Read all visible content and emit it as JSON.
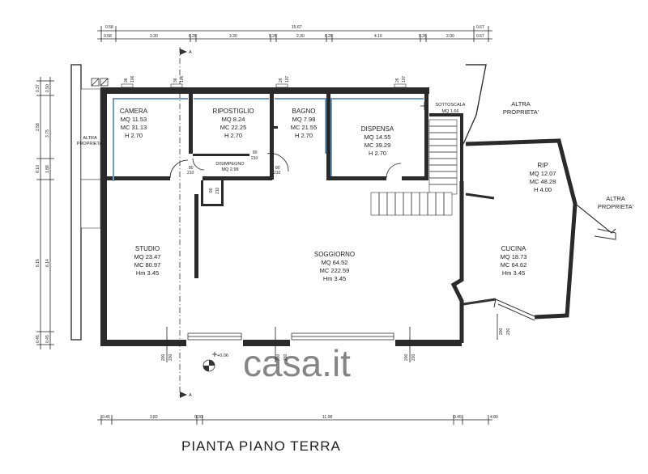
{
  "title": "PIANTA PIANO TERRA",
  "watermark": "casa.it",
  "rooms": [
    {
      "name": "CAMERA",
      "lines": [
        "MQ 11.53",
        "MC 31.13",
        "H 2.70"
      ]
    },
    {
      "name": "RIPOSTIGLIO",
      "lines": [
        "MQ 8.24",
        "MC 22.25",
        "H 2.70"
      ]
    },
    {
      "name": "BAGNO",
      "lines": [
        "MQ 7.98",
        "MC 21.55",
        "H 2.70"
      ]
    },
    {
      "name": "DISPENSA",
      "lines": [
        "MQ 14.55",
        "MC 39.29",
        "H 2.70"
      ]
    },
    {
      "name": "SOTTOSCALA",
      "lines": [
        "MQ 1.66"
      ]
    },
    {
      "name": "DISIMPEGNO",
      "lines": [
        "MQ 2.98"
      ]
    },
    {
      "name": "STUDIO",
      "lines": [
        "MQ 23.47",
        "MC 80.97",
        "Hm 3.45"
      ]
    },
    {
      "name": "SOGGIORNO",
      "lines": [
        "MQ 64.52",
        "MC 222.59",
        "Hm 3.45"
      ]
    },
    {
      "name": "RIP",
      "lines": [
        "MQ 12.07",
        "MC 48.28",
        "H 4.00"
      ]
    },
    {
      "name": "CUCINA",
      "lines": [
        "MQ 18.73",
        "MC 64.62",
        "Hm 3.45"
      ]
    }
  ],
  "labels": {
    "altra_left_1": "ALTRA",
    "altra_left_2": "PROPRIETA'",
    "altra_top_1": "ALTRA",
    "altra_top_2": "PROPRIETA'",
    "altra_right_1": "ALTRA",
    "altra_right_2": "PROPRIETA'",
    "section_a_top": "A",
    "section_a_bottom": "A",
    "level": "+0.06"
  },
  "dimensions": {
    "top_total": "15.67",
    "top_left_edge": "0.58",
    "top_right_edge": "0.67",
    "top_row": [
      "0.58",
      "3.30",
      "0.26",
      "3.30",
      "0.26",
      "2.30",
      "0.26",
      "4.16",
      "0.26",
      "2.00",
      "0.67"
    ],
    "bottom_row": [
      "0.45",
      "3.82",
      "0.30",
      "11.08",
      "0.45",
      "4.80"
    ],
    "left_outer": [
      "0.37",
      "2.58",
      "0.10",
      "6.15",
      "0.45"
    ],
    "left_inner": [
      "0.50",
      "3.75",
      "1.88",
      "6.14",
      "0.45"
    ],
    "wall_marks": [
      "36",
      "106",
      "36",
      "106",
      "26",
      "107",
      "26",
      "107"
    ],
    "door_marks": [
      "80",
      "210",
      "80",
      "210",
      "80",
      "210",
      "80",
      "210"
    ],
    "window_marks": [
      "200",
      "230",
      "200",
      "230",
      "200",
      "230",
      "200",
      "230"
    ]
  }
}
